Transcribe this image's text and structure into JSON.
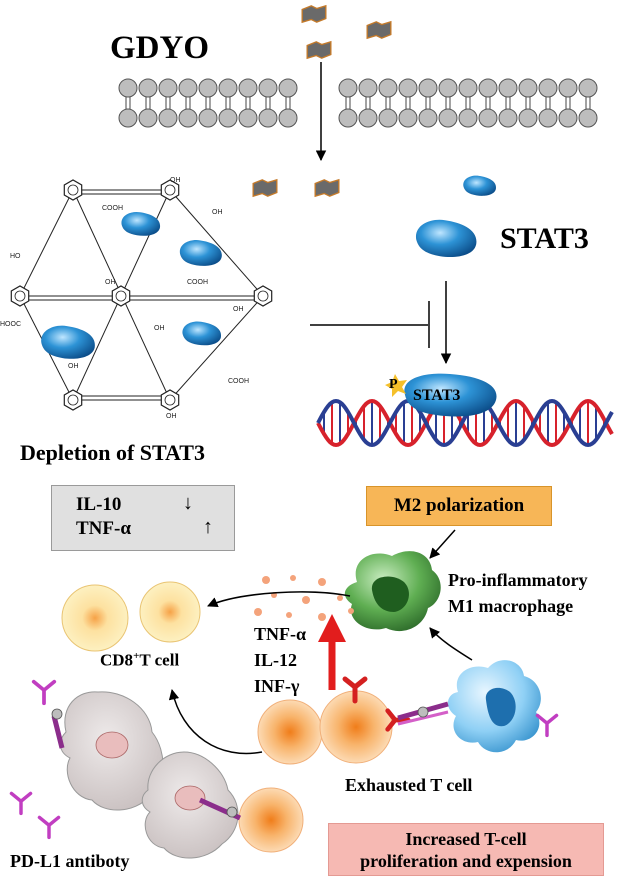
{
  "labels": {
    "gdyo": "GDYO",
    "stat3": "STAT3",
    "p": "P",
    "stat3_small": "STAT3",
    "depletion": "Depletion of STAT3",
    "il10": "IL-10",
    "tnfa": "TNF-α",
    "m2": "M2 polarization",
    "m1_line1": "Pro-inflammatory",
    "m1_line2": "M1 macrophage",
    "cd8_pre": "CD8",
    "cd8_sup": "+",
    "cd8_post": "T cell",
    "cyt1": "TNF-α",
    "cyt2": "IL-12",
    "cyt3": "INF-γ",
    "exhausted": "Exhausted T cell",
    "pdl1": "PD-L1 antiboty",
    "increased_line1": "Increased T-cell",
    "increased_line2": "proliferation and expension"
  },
  "chem": {
    "oh": "OH",
    "cooh": "COOH",
    "hooc": "HOOC",
    "ho": "HO"
  },
  "colors": {
    "m2_box": "#f7b657",
    "cytokine_box": "#e0e0e0",
    "increased_box": "#f6b9b3",
    "protein_blue": "#2d93d6",
    "dna_red": "#d7222c",
    "dna_blue": "#2a3f93",
    "macrophage_green": "#3f8f3f",
    "antibody_magenta": "#c13ec1",
    "receptor_red": "#d42020",
    "tcell_orange": "#f39a4a",
    "phospho_yellow": "#f5c02a"
  }
}
